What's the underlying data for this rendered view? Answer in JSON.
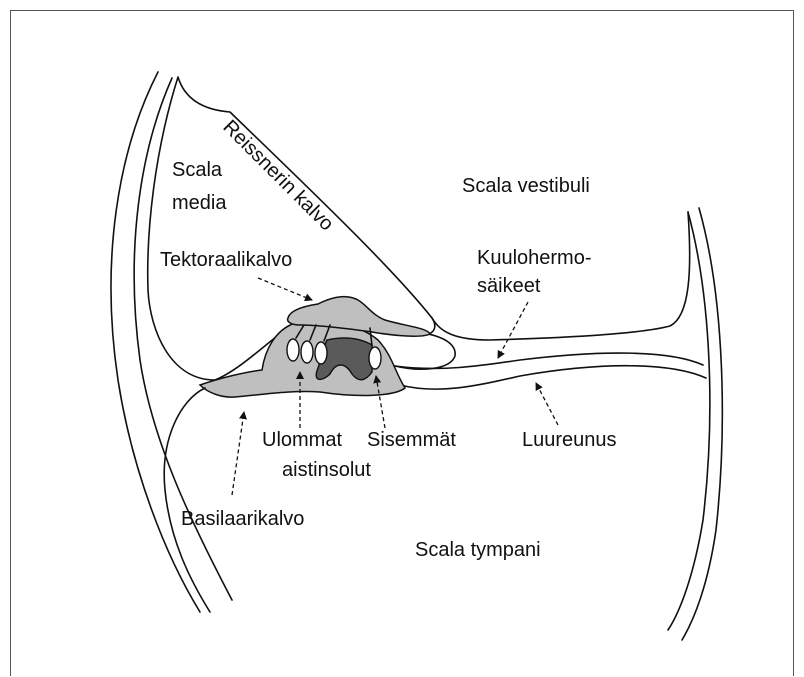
{
  "labels": {
    "scala_media_l1": "Scala",
    "scala_media_l2": "media",
    "reissner": "Reissnerin kalvo",
    "scala_vestibuli": "Scala vestibuli",
    "tektoraali": "Tektoraalikalvo",
    "kuulo_l1": "Kuulohermo-",
    "kuulo_l2": "säikeet",
    "ulommat": "Ulommat",
    "sisemmat": "Sisemmät",
    "aistinsolut": "aistinsolut",
    "luureunus": "Luureunus",
    "basilaari": "Basilaarikalvo",
    "scala_tympani": "Scala tympani"
  },
  "colors": {
    "tissue": "#bfbfbf",
    "dark_tissue": "#5a5a5a",
    "line": "#111111",
    "background": "#ffffff"
  }
}
